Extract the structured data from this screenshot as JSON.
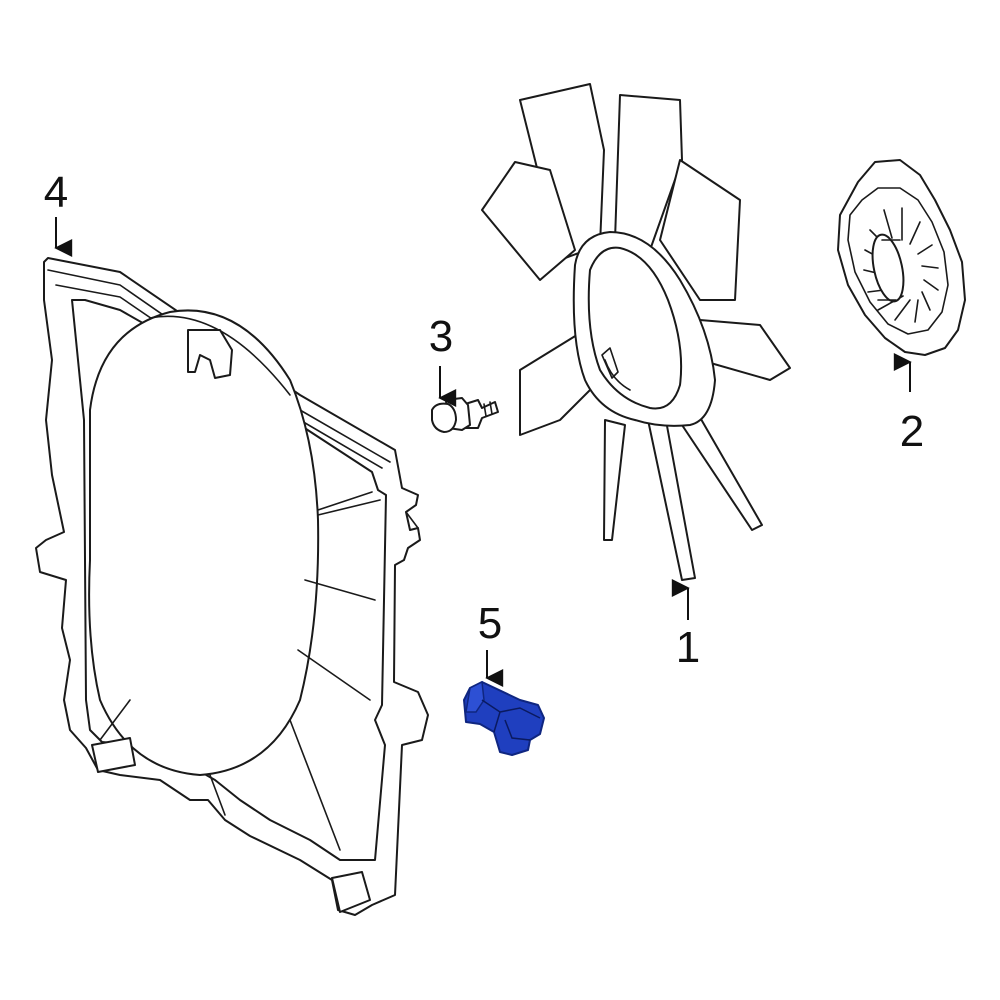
{
  "callouts": [
    {
      "id": "1",
      "label": "1"
    },
    {
      "id": "2",
      "label": "2"
    },
    {
      "id": "3",
      "label": "3"
    },
    {
      "id": "4",
      "label": "4"
    },
    {
      "id": "5",
      "label": "5"
    }
  ],
  "colors": {
    "line": "#1a1a1a",
    "highlight": "#1f3fbf",
    "highlight_dark": "#0f2680",
    "background": "#ffffff"
  }
}
